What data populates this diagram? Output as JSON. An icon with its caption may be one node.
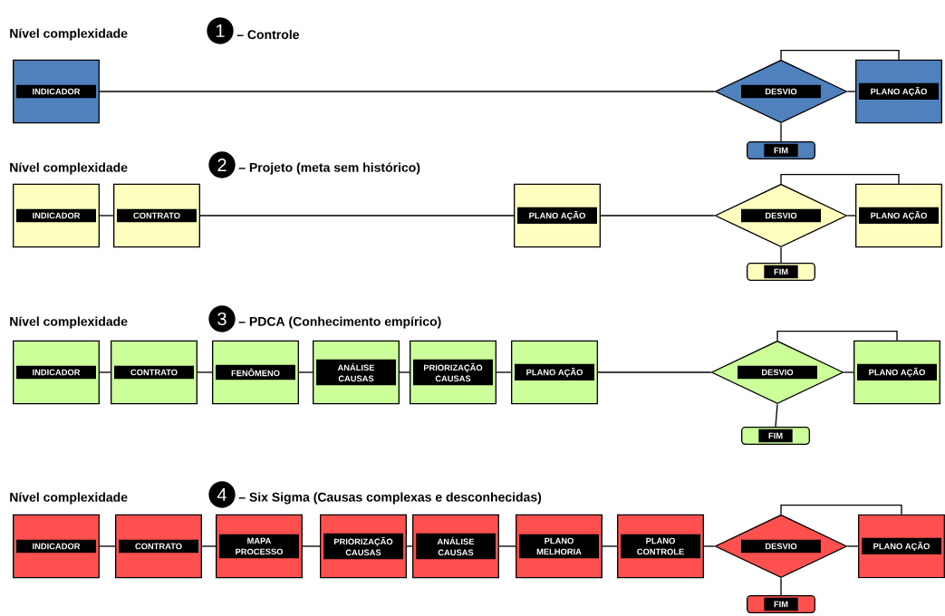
{
  "diagram": {
    "nodes": [
      {
        "text": [
          "INDICADOR"
        ]
      },
      {
        "text": [
          "DESVIO"
        ]
      },
      {
        "text": [
          "PLANO AÇÃO"
        ]
      },
      {
        "text": [
          "FIM"
        ]
      },
      {
        "text": [
          "INDICADOR"
        ]
      },
      {
        "text": [
          "CONTRATO"
        ]
      },
      {
        "text": [
          "PLANO AÇÃO"
        ]
      },
      {
        "text": [
          "DESVIO"
        ]
      },
      {
        "text": [
          "PLANO AÇÃO"
        ]
      },
      {
        "text": [
          "FIM"
        ]
      },
      {
        "text": [
          "INDICADOR"
        ]
      },
      {
        "text": [
          "CONTRATO"
        ]
      },
      {
        "text": [
          "FENÔMENO"
        ]
      },
      {
        "text": [
          "ANÁLISE CAUSAS"
        ]
      },
      {
        "text": [
          "PRIORIZAÇÃO CAUSAS"
        ]
      },
      {
        "text": [
          "PLANO AÇÃO"
        ]
      },
      {
        "text": [
          "DESVIO"
        ]
      },
      {
        "text": [
          "PLANO AÇÃO"
        ]
      },
      {
        "text": [
          "FIM"
        ]
      },
      {
        "text": [
          "INDICADOR"
        ]
      },
      {
        "text": [
          "CONTRATO"
        ]
      },
      {
        "text": [
          "MAPA PROCESSO"
        ]
      },
      {
        "text": [
          "PRIORIZAÇÃO CAUSAS"
        ]
      },
      {
        "text": [
          "ANÁLISE CAUSAS"
        ]
      },
      {
        "text": [
          "PLANO MELHORIA"
        ]
      },
      {
        "text": [
          "PLANO CONTROLE"
        ]
      },
      {
        "text": [
          "DESVIO"
        ]
      },
      {
        "text": [
          "PLANO AÇÃO"
        ]
      },
      {
        "text": [
          "FIM"
        ]
      }
    ],
    "edges": [
      {
        "from": 0,
        "to": 1,
        "arrow": "none"
      },
      {
        "from": 1,
        "to": 2,
        "arrow": "none"
      },
      {
        "from": 2,
        "to": 1,
        "arrow": "none"
      },
      {
        "from": 1,
        "to": 3,
        "arrow": "none"
      },
      {
        "from": 4,
        "to": 5,
        "arrow": "none"
      },
      {
        "from": 5,
        "to": 6,
        "arrow": "none"
      },
      {
        "from": 6,
        "to": 7,
        "arrow": "none"
      },
      {
        "from": 7,
        "to": 8,
        "arrow": "none"
      },
      {
        "from": 8,
        "to": 7,
        "arrow": "none"
      },
      {
        "from": 7,
        "to": 9,
        "arrow": "none"
      },
      {
        "from": 10,
        "to": 11,
        "arrow": "none"
      },
      {
        "from": 11,
        "to": 12,
        "arrow": "none"
      },
      {
        "from": 12,
        "to": 13,
        "arrow": "none"
      },
      {
        "from": 13,
        "to": 14,
        "arrow": "none"
      },
      {
        "from": 14,
        "to": 15,
        "arrow": "none"
      },
      {
        "from": 15,
        "to": 16,
        "arrow": "none"
      },
      {
        "from": 16,
        "to": 17,
        "arrow": "none"
      },
      {
        "from": 17,
        "to": 16,
        "arrow": "none"
      },
      {
        "from": 16,
        "to": 18,
        "arrow": "none"
      },
      {
        "from": 19,
        "to": 20,
        "arrow": "none"
      },
      {
        "from": 20,
        "to": 21,
        "arrow": "none"
      },
      {
        "from": 21,
        "to": 22,
        "arrow": "none"
      },
      {
        "from": 22,
        "to": 23,
        "arrow": "none"
      },
      {
        "from": 23,
        "to": 24,
        "arrow": "none"
      },
      {
        "from": 24,
        "to": 25,
        "arrow": "none"
      },
      {
        "from": 25,
        "to": 26,
        "arrow": "none"
      },
      {
        "from": 26,
        "to": 27,
        "arrow": "none"
      },
      {
        "from": 27,
        "to": 26,
        "arrow": "none"
      },
      {
        "from": 26,
        "to": 28,
        "arrow": "none"
      }
    ],
    "labels": [
      "Nível complexidade",
      "1",
      "– Controle",
      "Nível complexidade",
      "2",
      "– Projeto (meta sem histórico)",
      "Nível complexidade",
      "3",
      "– PDCA (Conhecimento empírico)",
      "Nível complexidade",
      "4",
      "– Six Sigma (Causas complexas e desconhecidas)"
    ]
  }
}
